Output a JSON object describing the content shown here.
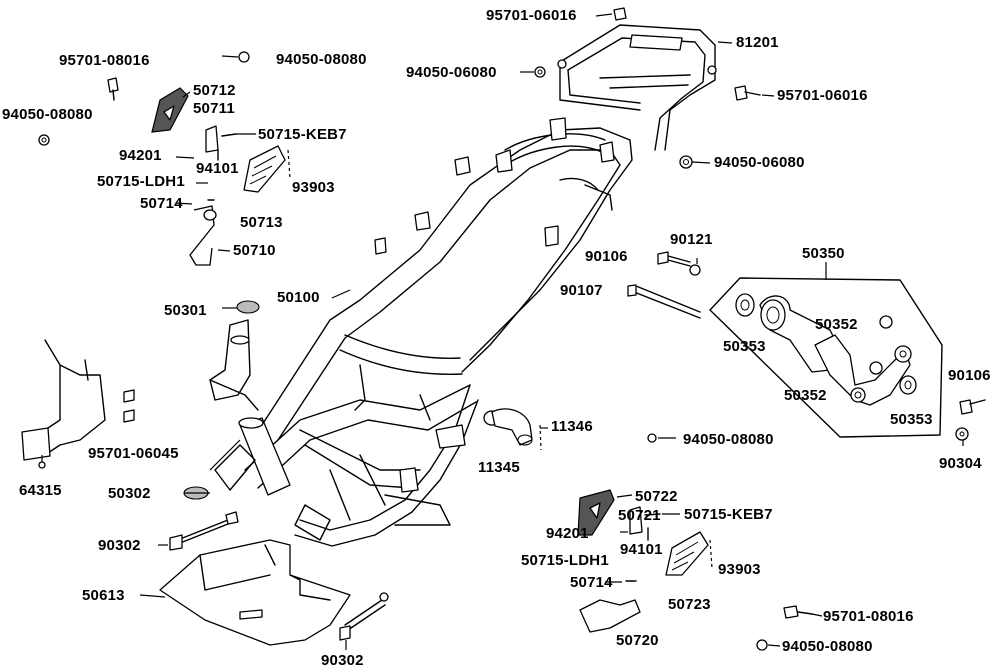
{
  "labels": {
    "l01": "95701-06016",
    "l02": "81201",
    "l03": "94050-06080",
    "l04": "95701-06016",
    "l05": "94050-06080",
    "l06": "95701-08016",
    "l07": "94050-08080",
    "l08": "94050-08080",
    "l09": "50712",
    "l10": "50711",
    "l11": "50715-KEB7",
    "l12": "94201",
    "l13": "94101",
    "l14": "50715-LDH1",
    "l15": "93903",
    "l16": "50714",
    "l17": "50713",
    "l18": "50710",
    "l19": "50100",
    "l20": "90121",
    "l21": "90106",
    "l22": "50350",
    "l23": "90107",
    "l24": "50301",
    "l25": "50352",
    "l26": "50353",
    "l27": "50352",
    "l28": "50353",
    "l29": "90106",
    "l30": "95701-06045",
    "l31": "11346",
    "l32": "94050-08080",
    "l33": "90304",
    "l34": "11345",
    "l35": "64315",
    "l36": "50302",
    "l37": "50722",
    "l38": "50721",
    "l39": "50715-KEB7",
    "l40": "94201",
    "l41": "94101",
    "l42": "90302",
    "l43": "50715-LDH1",
    "l44": "93903",
    "l45": "50714",
    "l46": "50613",
    "l47": "50723",
    "l48": "95701-08016",
    "l49": "50720",
    "l50": "90302",
    "l51": "94050-08080"
  }
}
